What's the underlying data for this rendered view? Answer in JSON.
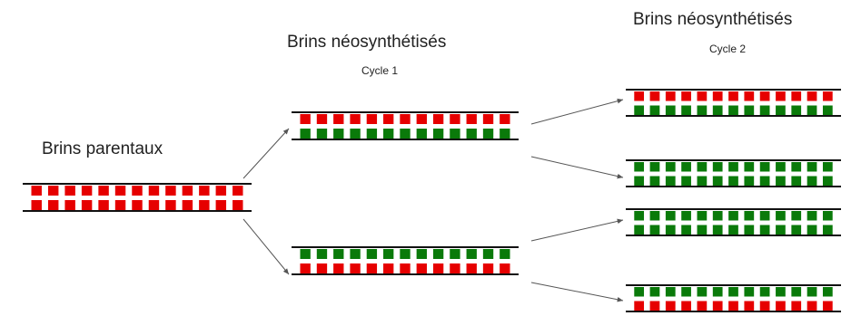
{
  "labels": {
    "parent": "Brins parentaux",
    "cycle1_title": "Brins néosynthétisés",
    "cycle1_sub": "Cycle 1",
    "cycle2_title": "Brins néosynthétisés",
    "cycle2_sub": "Cycle 2"
  },
  "colors": {
    "parental_strand": "#e60000",
    "new_strand": "#0a7a0a",
    "backbone": "#111111",
    "arrow": "#555555"
  },
  "molecules": [
    {
      "id": "parental",
      "top_strand": "parental",
      "bottom_strand": "parental",
      "segments": 13
    },
    {
      "id": "cycle1-a",
      "top_strand": "parental",
      "bottom_strand": "new",
      "segments": 13
    },
    {
      "id": "cycle1-b",
      "top_strand": "new",
      "bottom_strand": "parental",
      "segments": 13
    },
    {
      "id": "cycle2-a",
      "top_strand": "parental",
      "bottom_strand": "new",
      "segments": 13
    },
    {
      "id": "cycle2-b",
      "top_strand": "new",
      "bottom_strand": "new",
      "segments": 13
    },
    {
      "id": "cycle2-c",
      "top_strand": "new",
      "bottom_strand": "new",
      "segments": 13
    },
    {
      "id": "cycle2-d",
      "top_strand": "new",
      "bottom_strand": "parental",
      "segments": 13
    }
  ]
}
